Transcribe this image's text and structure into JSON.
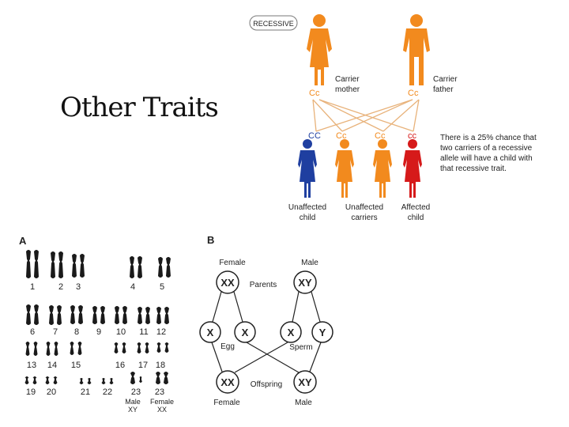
{
  "slide": {
    "title": "Other Traits"
  },
  "pedigree": {
    "badge": "RECESSIVE",
    "mother_genotype": "Cc",
    "mother_label_1": "Carrier",
    "mother_label_2": "mother",
    "father_genotype": "Cc",
    "father_label_1": "Carrier",
    "father_label_2": "father",
    "children": [
      {
        "genotype": "CC",
        "color": "#1f3fa0",
        "genotype_color": "#1f3fa0"
      },
      {
        "genotype": "Cc",
        "color": "#f28a1e",
        "genotype_color": "#f28a1e"
      },
      {
        "genotype": "Cc",
        "color": "#f28a1e",
        "genotype_color": "#f28a1e"
      },
      {
        "genotype": "cc",
        "color": "#d61a1a",
        "genotype_color": "#d61a1a"
      }
    ],
    "child_labels": [
      {
        "line1": "Unaffected",
        "line2": "child"
      },
      {
        "line1": "Unaffected",
        "line2": "carriers"
      },
      {
        "line1": "Affected",
        "line2": "child"
      }
    ],
    "note": [
      "There is a 25% chance that",
      "two carriers of a recessive",
      "allele will have a child with",
      "that recessive trait."
    ],
    "colors": {
      "carrier": "#f28a1e",
      "unaffected": "#1f3fa0",
      "affected": "#d61a1a"
    }
  },
  "karyotype": {
    "panel_label": "A",
    "rows": [
      [
        "1",
        "2",
        "3",
        "4",
        "5"
      ],
      [
        "6",
        "7",
        "8",
        "9",
        "10",
        "11",
        "12"
      ],
      [
        "13",
        "14",
        "15",
        "16",
        "17",
        "18"
      ],
      [
        "19",
        "20",
        "21",
        "22",
        "23",
        "23"
      ]
    ],
    "sex_labels": [
      {
        "line1": "Male",
        "line2": "XY"
      },
      {
        "line1": "Female",
        "line2": "XX"
      }
    ]
  },
  "sex_determination": {
    "panel_label": "B",
    "female": "Female",
    "male": "Male",
    "parent_female": "XX",
    "parent_male": "XY",
    "parents_label": "Parents",
    "gametes": [
      "X",
      "X",
      "X",
      "Y"
    ],
    "egg_label": "Egg",
    "sperm_label": "Sperm",
    "offspring_female": "XX",
    "offspring_male": "XY",
    "offspring_label": "Offspring",
    "bottom_female": "Female",
    "bottom_male": "Male"
  }
}
